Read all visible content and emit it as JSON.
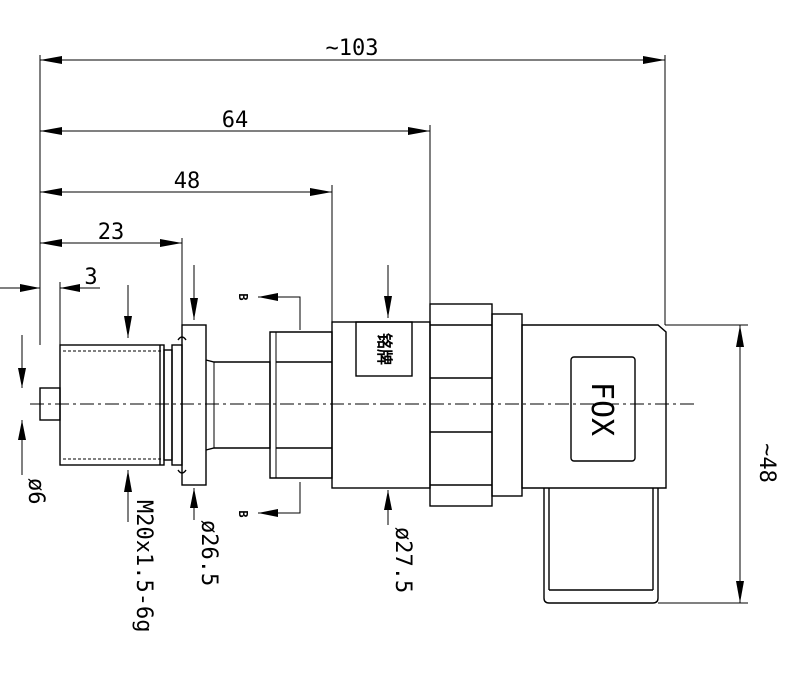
{
  "dimensions": {
    "overall_length": "~103",
    "length_64": "64",
    "length_48": "48",
    "length_23": "23",
    "length_3": "3",
    "height": "~48",
    "dia_6": "ø6",
    "thread": "M20x1.5-6g",
    "dia_26_5": "ø26.5",
    "dia_27_5": "ø27.5"
  },
  "section_labels": {
    "top": "B",
    "bottom": "B"
  },
  "nameplate": "铭牌",
  "brand": "FOX"
}
